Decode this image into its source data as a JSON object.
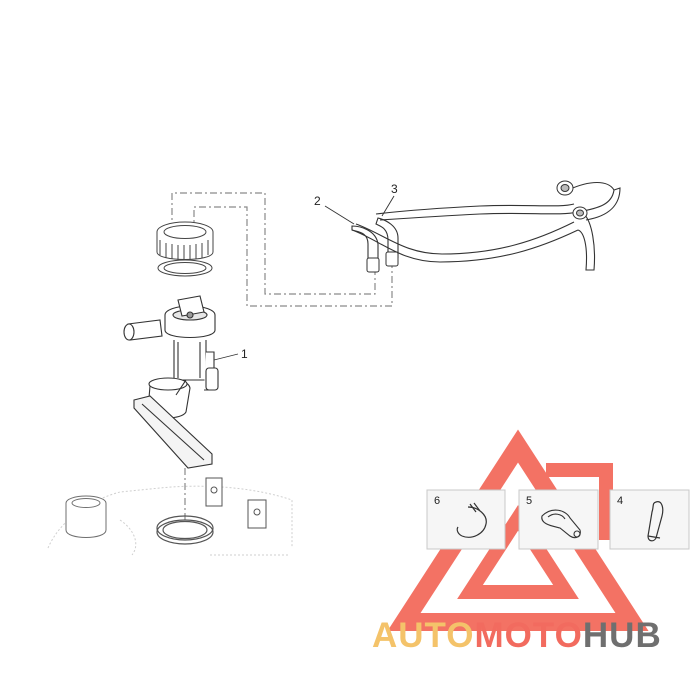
{
  "diagram": {
    "callouts": {
      "part1": "1",
      "part2": "2",
      "part3": "3"
    },
    "kits": [
      {
        "label": "6",
        "icon": "hose-clamp-icon"
      },
      {
        "label": "5",
        "icon": "fuel-pump-gasket-icon"
      },
      {
        "label": "4",
        "icon": "spring-clip-icon"
      }
    ]
  },
  "watermark": {
    "part_a": "AUTO",
    "part_b": "MOTO",
    "part_c": "HUB",
    "color_a": "#f4c36a",
    "color_b": "#f26b5f",
    "color_c": "#6f6f6f",
    "triangle_color": "#f15a4a"
  }
}
